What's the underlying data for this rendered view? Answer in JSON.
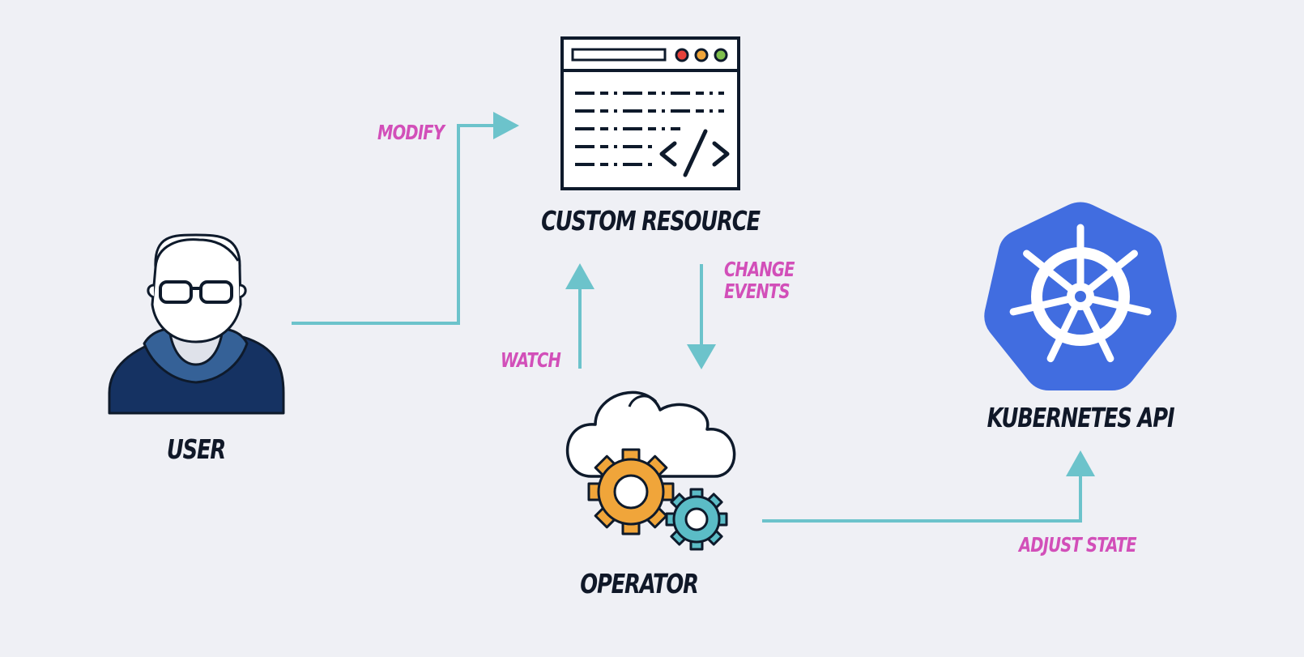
{
  "nodes": {
    "user": "USER",
    "custom_resource": "CUSTOM RESOURCE",
    "operator": "OPERATOR",
    "kubernetes_api": "KUBERNETES API"
  },
  "edges": {
    "modify": "MODIFY",
    "watch": "WATCH",
    "change_events": [
      "CHANGE",
      "EVENTS"
    ],
    "adjust_state": "ADJUST STATE"
  },
  "icons": {
    "user": "user-with-glasses-icon",
    "custom_resource": "code-window-icon",
    "operator": "cloud-gears-icon",
    "kubernetes_api": "kubernetes-helm-icon"
  },
  "colors": {
    "background": "#eff0f5",
    "arrow": "#6cc3cb",
    "edge_label": "#d24fb9",
    "node_label": "#101828",
    "outline": "#0e1a2b",
    "kubernetes_blue": "#416de0",
    "gear_orange": "#f0a53a",
    "gear_teal": "#5bbcc6",
    "hoodie": "#153262"
  }
}
